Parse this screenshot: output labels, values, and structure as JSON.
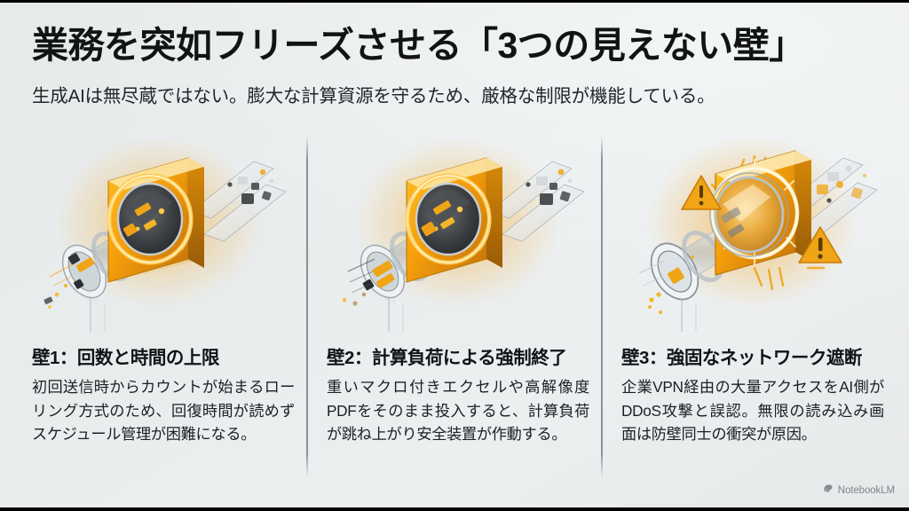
{
  "header": {
    "title": "業務を突如フリーズさせる「3つの見えない壁」",
    "subtitle": "生成AIは無尽蔵ではない。膨大な計算資源を守るため、厳格な制限が機能している。"
  },
  "columns": [
    {
      "id": "wall-1",
      "heading": "壁1：回数と時間の上限",
      "body": "初回送信時からカウントが始まるローリング方式のため、回復時間が読めずスケジュール管理が困難になる。",
      "illustration": "firewall-port-cylinder",
      "has_warning_icons": false
    },
    {
      "id": "wall-2",
      "heading": "壁2：計算負荷による強制終了",
      "body": "重いマクロ付きエクセルや高解像度PDFをそのまま投入すると、計算負荷が跳ね上がり安全装置が作動する。",
      "illustration": "firewall-port-cylinder",
      "has_warning_icons": false
    },
    {
      "id": "wall-3",
      "heading": "壁3：強固なネットワーク遮断",
      "body": "企業VPN経由の大量アクセスをAI側がDDoS攻撃と誤認。無限の読み込み画面は防壁同士の衝突が原因。",
      "illustration": "firewall-port-cylinder-alert",
      "has_warning_icons": true
    }
  ],
  "watermark": {
    "label": "NotebookLM",
    "icon": "notebooklm-spiral-icon"
  },
  "colors": {
    "background_light": "#e9ecec",
    "background_highlight": "#f2f5f6",
    "accent_orange": "#f59e0b",
    "accent_orange_bright": "#ffb020",
    "accent_orange_deep": "#d97706",
    "text_primary": "#111314",
    "text_body": "#1c2023",
    "divider": "#5a646a",
    "bar": "#000000"
  }
}
